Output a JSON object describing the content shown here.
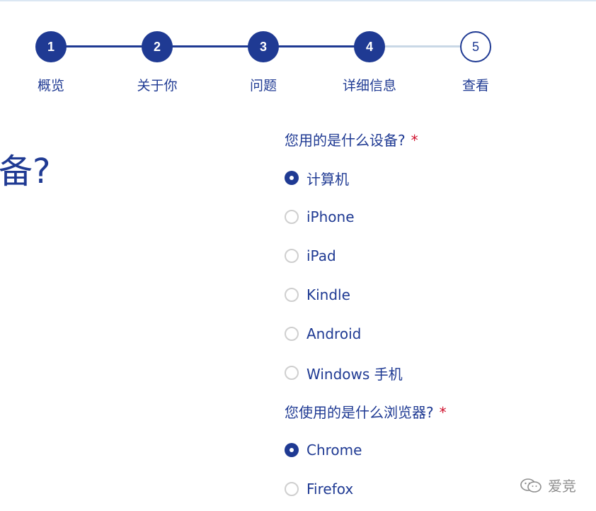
{
  "stepper": {
    "steps": [
      {
        "number": "1",
        "label": "概览",
        "state": "done"
      },
      {
        "number": "2",
        "label": "关于你",
        "state": "done"
      },
      {
        "number": "3",
        "label": "问题",
        "state": "done"
      },
      {
        "number": "4",
        "label": "详细信息",
        "state": "current"
      },
      {
        "number": "5",
        "label": "查看",
        "state": "todo"
      }
    ]
  },
  "main": {
    "heading_fragment": "备?"
  },
  "form": {
    "device_question": {
      "label": "您用的是什么设备?",
      "required_mark": "*",
      "options": [
        "计算机",
        "iPhone",
        "iPad",
        "Kindle",
        "Android",
        "Windows 手机"
      ],
      "selected": "计算机"
    },
    "browser_question": {
      "label": "您使用的是什么浏览器?",
      "required_mark": "*",
      "options": [
        "Chrome",
        "Firefox"
      ],
      "selected": "Chrome"
    }
  },
  "watermark": {
    "icon": "wechat-icon",
    "text": "爱竞"
  },
  "colors": {
    "primary": "#1f3a93",
    "inactive_line": "#c9d8e6",
    "required": "#d0102c",
    "radio_border": "#cfcfcf",
    "watermark": "#8f8f8f"
  }
}
